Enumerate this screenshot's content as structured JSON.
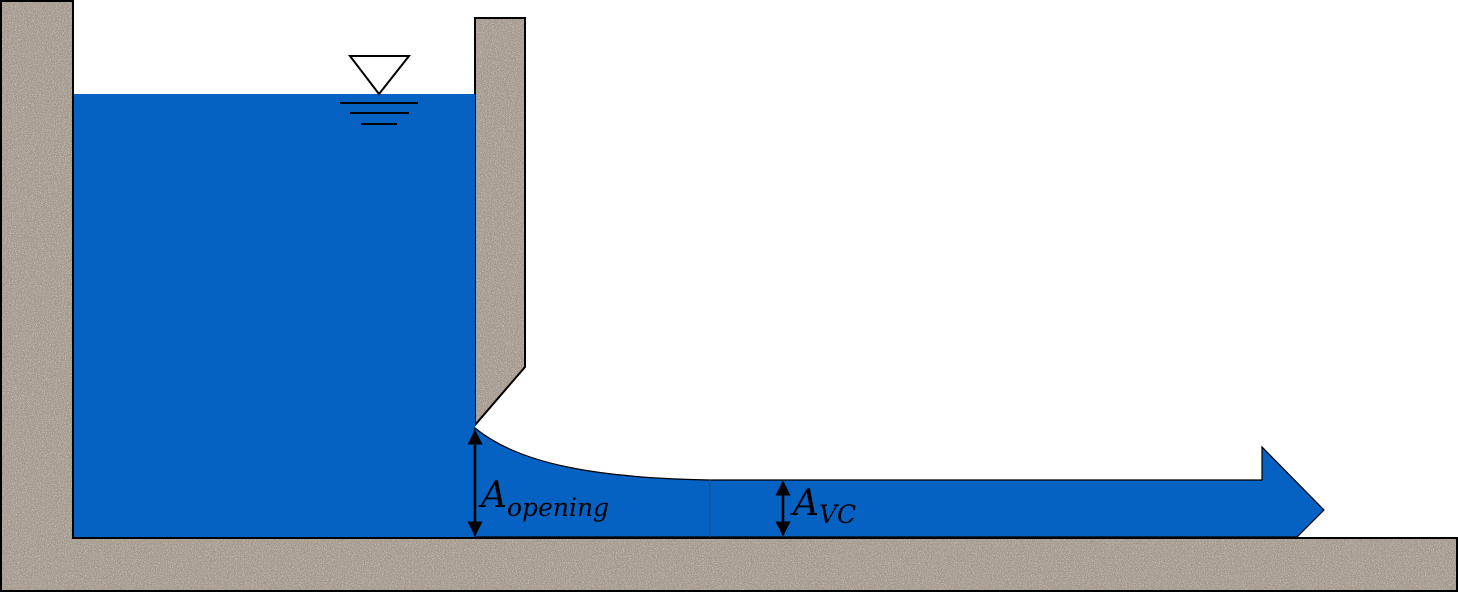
{
  "diagram": {
    "labels": {
      "opening": {
        "main": "A",
        "sub": "opening"
      },
      "vena_contracta": {
        "main": "A",
        "sub": "VC"
      }
    },
    "colors": {
      "water": "#0561c2",
      "concrete_base": "#a2968a",
      "concrete_speckle_dark": "#6f655c",
      "concrete_speckle_light": "#d2c9bf",
      "outline": "#000000",
      "background": "#ffffff"
    },
    "icons": {
      "water_surface_marker": "inverted-triangle-free-surface-icon",
      "dimension_arrow": "double-headed-arrow-icon"
    }
  }
}
